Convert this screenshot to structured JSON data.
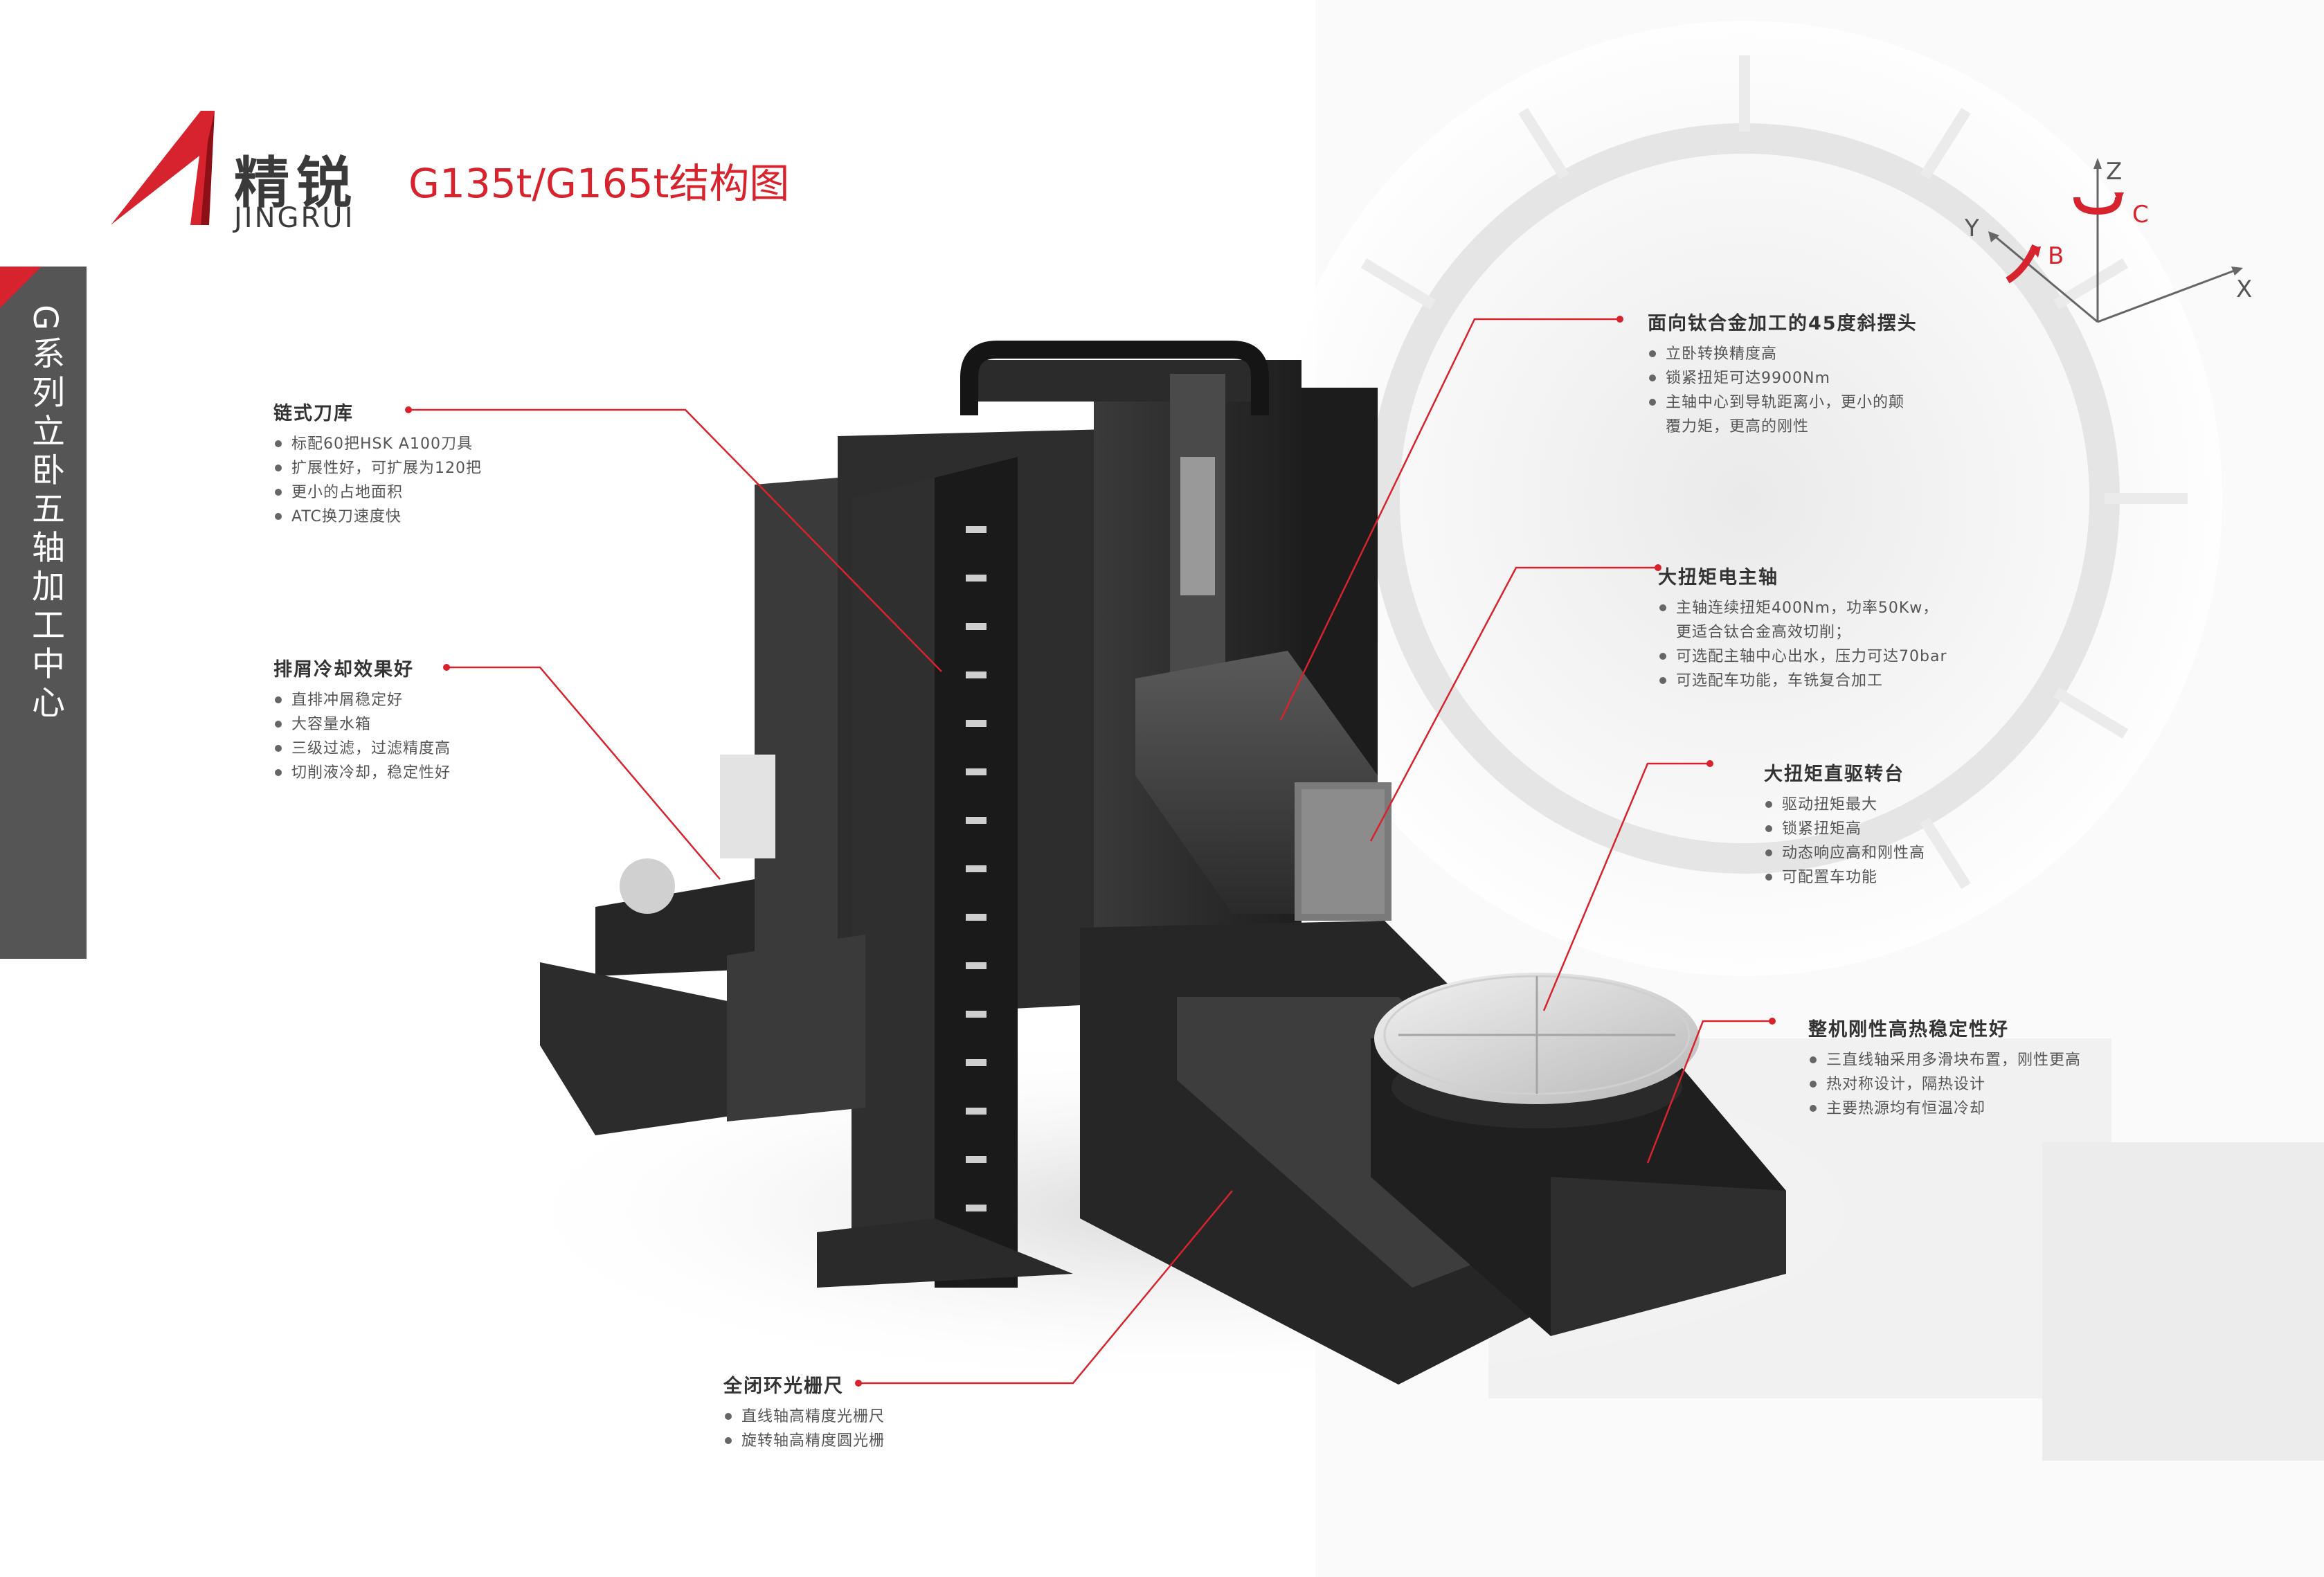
{
  "logo": {
    "name_cn": "精锐",
    "name_en": "JINGRUI"
  },
  "title": "G135t/G165t结构图",
  "side_label": "G系列立卧五轴加工中心",
  "axes": {
    "z": "Z",
    "y": "Y",
    "x": "X",
    "b": "B",
    "c": "C"
  },
  "colors": {
    "accent": "#d7232d",
    "dark": "#333333",
    "side_tab": "#555555"
  },
  "features": [
    {
      "title": "链式刀库",
      "items": [
        "标配60把HSK A100刀具",
        "扩展性好，可扩展为120把",
        "更小的占地面积",
        "ATC换刀速度快"
      ]
    },
    {
      "title": "排屑冷却效果好",
      "items": [
        "直排冲屑稳定好",
        "大容量水箱",
        "三级过滤，过滤精度高",
        "切削液冷却，稳定性好"
      ]
    },
    {
      "title": "面向钛合金加工的45度斜摆头",
      "items": [
        "立卧转换精度高",
        "锁紧扭矩可达9900Nm",
        "主轴中心到导轨距离小，更小的颠"
      ],
      "cont": "覆力矩，更高的刚性"
    },
    {
      "title": "大扭矩电主轴",
      "items": [
        "主轴连续扭矩400Nm，功率50Kw，"
      ],
      "cont": "更适合钛合金高效切削；",
      "items2": [
        "可选配主轴中心出水，压力可达70bar",
        "可选配车功能，车铣复合加工"
      ]
    },
    {
      "title": "大扭矩直驱转台",
      "items": [
        "驱动扭矩最大",
        "锁紧扭矩高",
        "动态响应高和刚性高",
        "可配置车功能"
      ]
    },
    {
      "title": "整机刚性高热稳定性好",
      "items": [
        "三直线轴采用多滑块布置，刚性更高",
        "热对称设计，隔热设计",
        "主要热源均有恒温冷却"
      ]
    },
    {
      "title": "全闭环光栅尺",
      "items": [
        "直线轴高精度光栅尺",
        "旋转轴高精度圆光栅"
      ]
    }
  ]
}
